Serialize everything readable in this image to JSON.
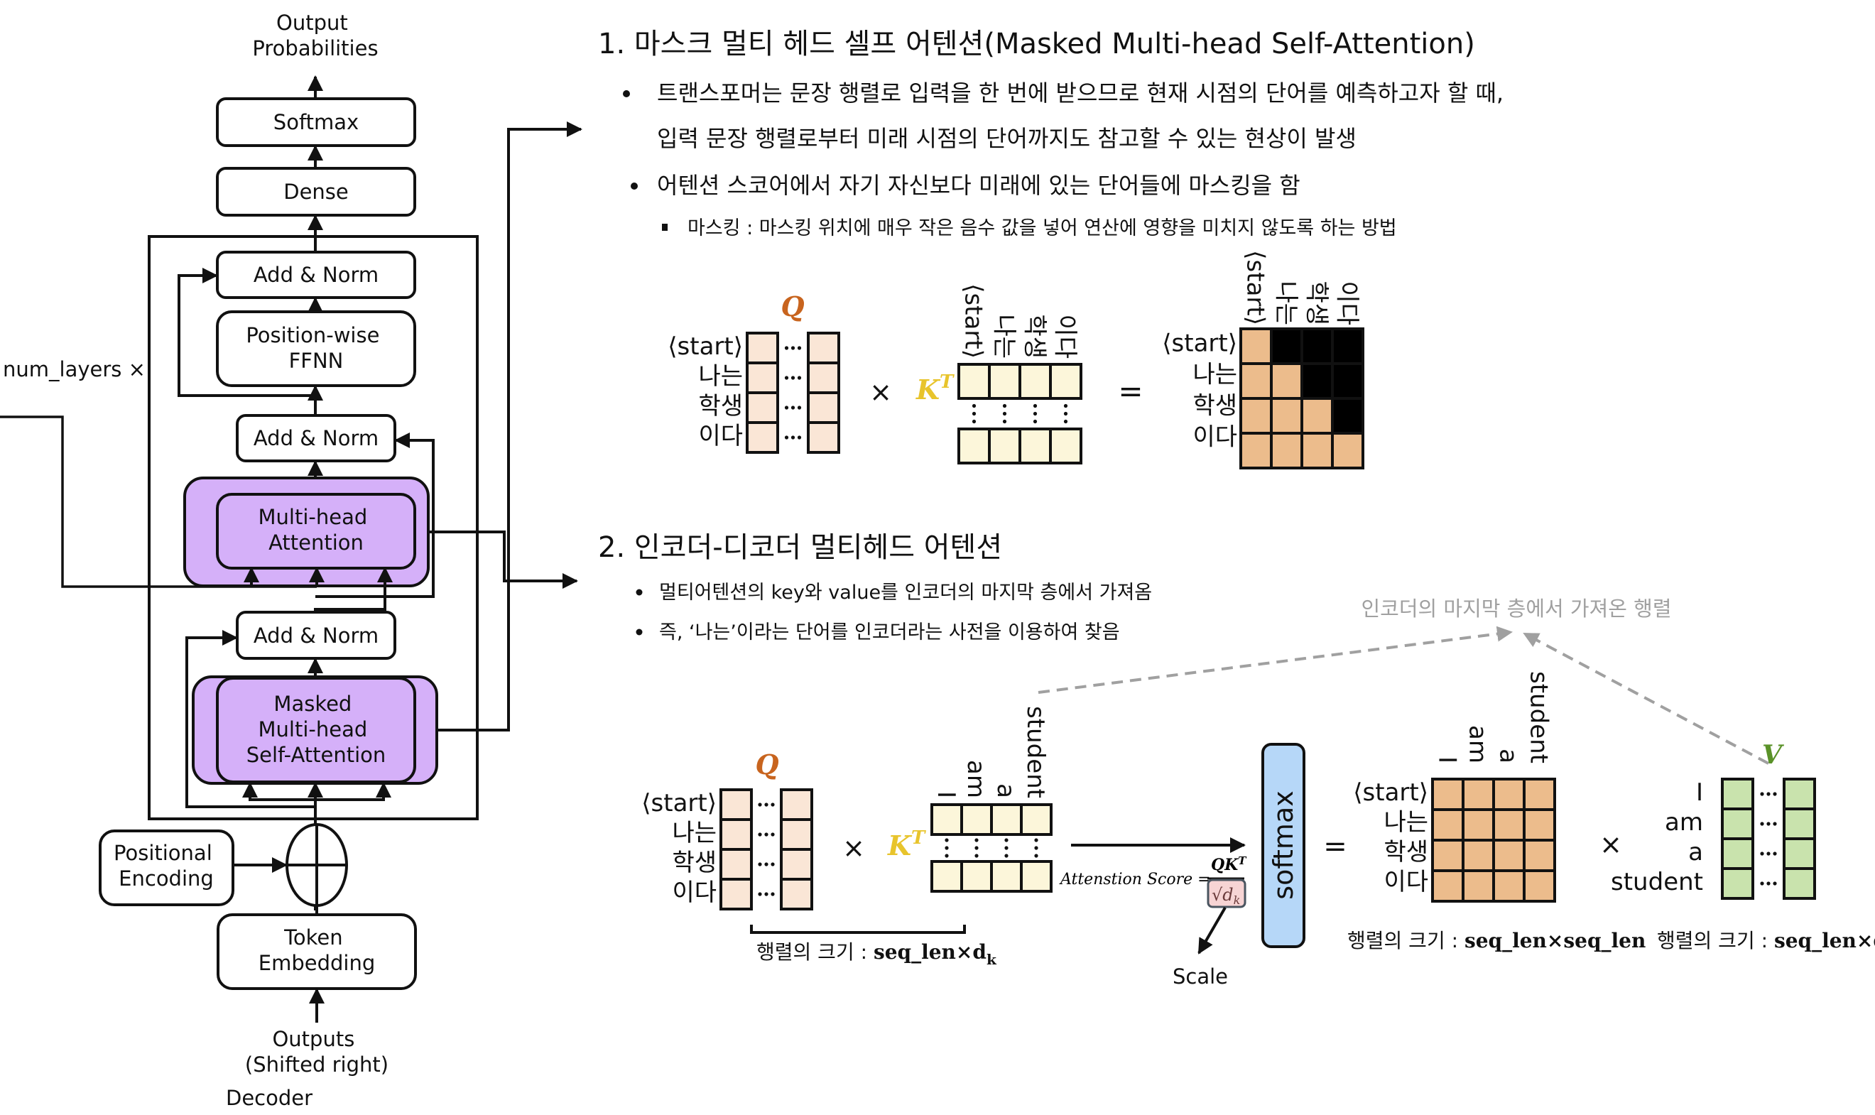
{
  "decoder": {
    "title": "Decoder",
    "output_label": [
      "Output",
      "Probabilities"
    ],
    "input_label": [
      "Outputs",
      "(Shifted right)"
    ],
    "repeat_label": "num_layers ×",
    "blocks": {
      "softmax": "Softmax",
      "dense": "Dense",
      "add_norm_top": "Add & Norm",
      "ffnn": [
        "Position-wise",
        "FFNN"
      ],
      "add_norm_mid": "Add & Norm",
      "mha": [
        "Multi-head",
        "Attention"
      ],
      "add_norm_bottom": "Add & Norm",
      "masked_mha": [
        "Masked",
        "Multi-head",
        "Self-Attention"
      ],
      "positional_encoding": [
        "Positional",
        "Encoding"
      ],
      "token_embedding": [
        "Token",
        "Embedding"
      ]
    }
  },
  "section1": {
    "heading": "1. 마스크 멀티 헤드 셀프 어텐션(Masked Multi-head Self-Attention)",
    "bullets": [
      {
        "lines": [
          "트랜스포머는 문장 행렬로 입력을 한 번에 받으므로 현재 시점의 단어를 예측하고자 할 때,",
          "입력 문장 행렬로부터 미래 시점의 단어까지도 참고할 수 있는 현상이 발생"
        ]
      },
      {
        "lines": [
          "어텐션 스코어에서 자기 자신보다 미래에 있는 단어들에 마스킹을 함"
        ]
      }
    ],
    "sub_bullet": "마스킹 : 마스킹 위치에 매우 작은 음수 값을 넣어 연산에 영향을 미치지 않도록 하는 방법",
    "q_label": "Q",
    "k_label": "K",
    "k_sup": "T",
    "times": "×",
    "equals": "=",
    "row_tokens": [
      "⟨start⟩",
      "나는",
      "학생",
      "이다"
    ],
    "col_tokens": [
      "⟨start⟩",
      "나는",
      "학생",
      "이다"
    ],
    "mask_matrix": [
      [
        0,
        1,
        1,
        1
      ],
      [
        0,
        0,
        1,
        1
      ],
      [
        0,
        0,
        0,
        1
      ],
      [
        0,
        0,
        0,
        0
      ]
    ]
  },
  "section2": {
    "heading": "2. 인코더-디코더 멀티헤드 어텐션",
    "bullets": [
      "멀티어텐션의 key와 value를 인코더의 마지막 층에서 가져옴",
      "즉, ‘나는’이라는 단어를 인코더라는 사전을 이용하여 찾음"
    ],
    "encoder_note": "인코더의 마지막 층에서 가져온 행렬",
    "q_label": "Q",
    "k_label": "K",
    "k_sup": "T",
    "v_label": "V",
    "times": "×",
    "equals": "=",
    "row_tokens": [
      "⟨start⟩",
      "나는",
      "학생",
      "이다"
    ],
    "col_tokens": [
      "I",
      "am",
      "a",
      "student"
    ],
    "v_tokens": [
      "I",
      "am",
      "a",
      "student"
    ],
    "formula_prefix": "Attenstion Score =",
    "formula_num": "QK",
    "formula_num_sup": "T",
    "formula_den": "√d",
    "formula_den_sub": "k",
    "scale_label": "Scale",
    "softmax_label": "softmax",
    "size_qk": {
      "prefix": "행렬의 크기 : ",
      "value": "seq_len×d",
      "sub": "k"
    },
    "size_scores": {
      "prefix": "행렬의 크기 : ",
      "value": "seq_len×seq_len"
    },
    "size_v": {
      "prefix": "행렬의 크기 : ",
      "value": "seq_len×d",
      "sub": "v"
    }
  },
  "colors": {
    "purple": "#d5b0f9",
    "q_fill": "#fae6d6",
    "k_fill": "#fcf6da",
    "score_fill": "#ecbc8c",
    "mask_fill": "#000000",
    "v_fill": "#c9e3ad",
    "softmax_fill": "#b6d7f8",
    "q_color": "#c8641e",
    "k_color": "#e8c42c",
    "v_color": "#5a9228",
    "scale_fill": "#f7d4d4",
    "note_gray": "#a0a0a0"
  }
}
